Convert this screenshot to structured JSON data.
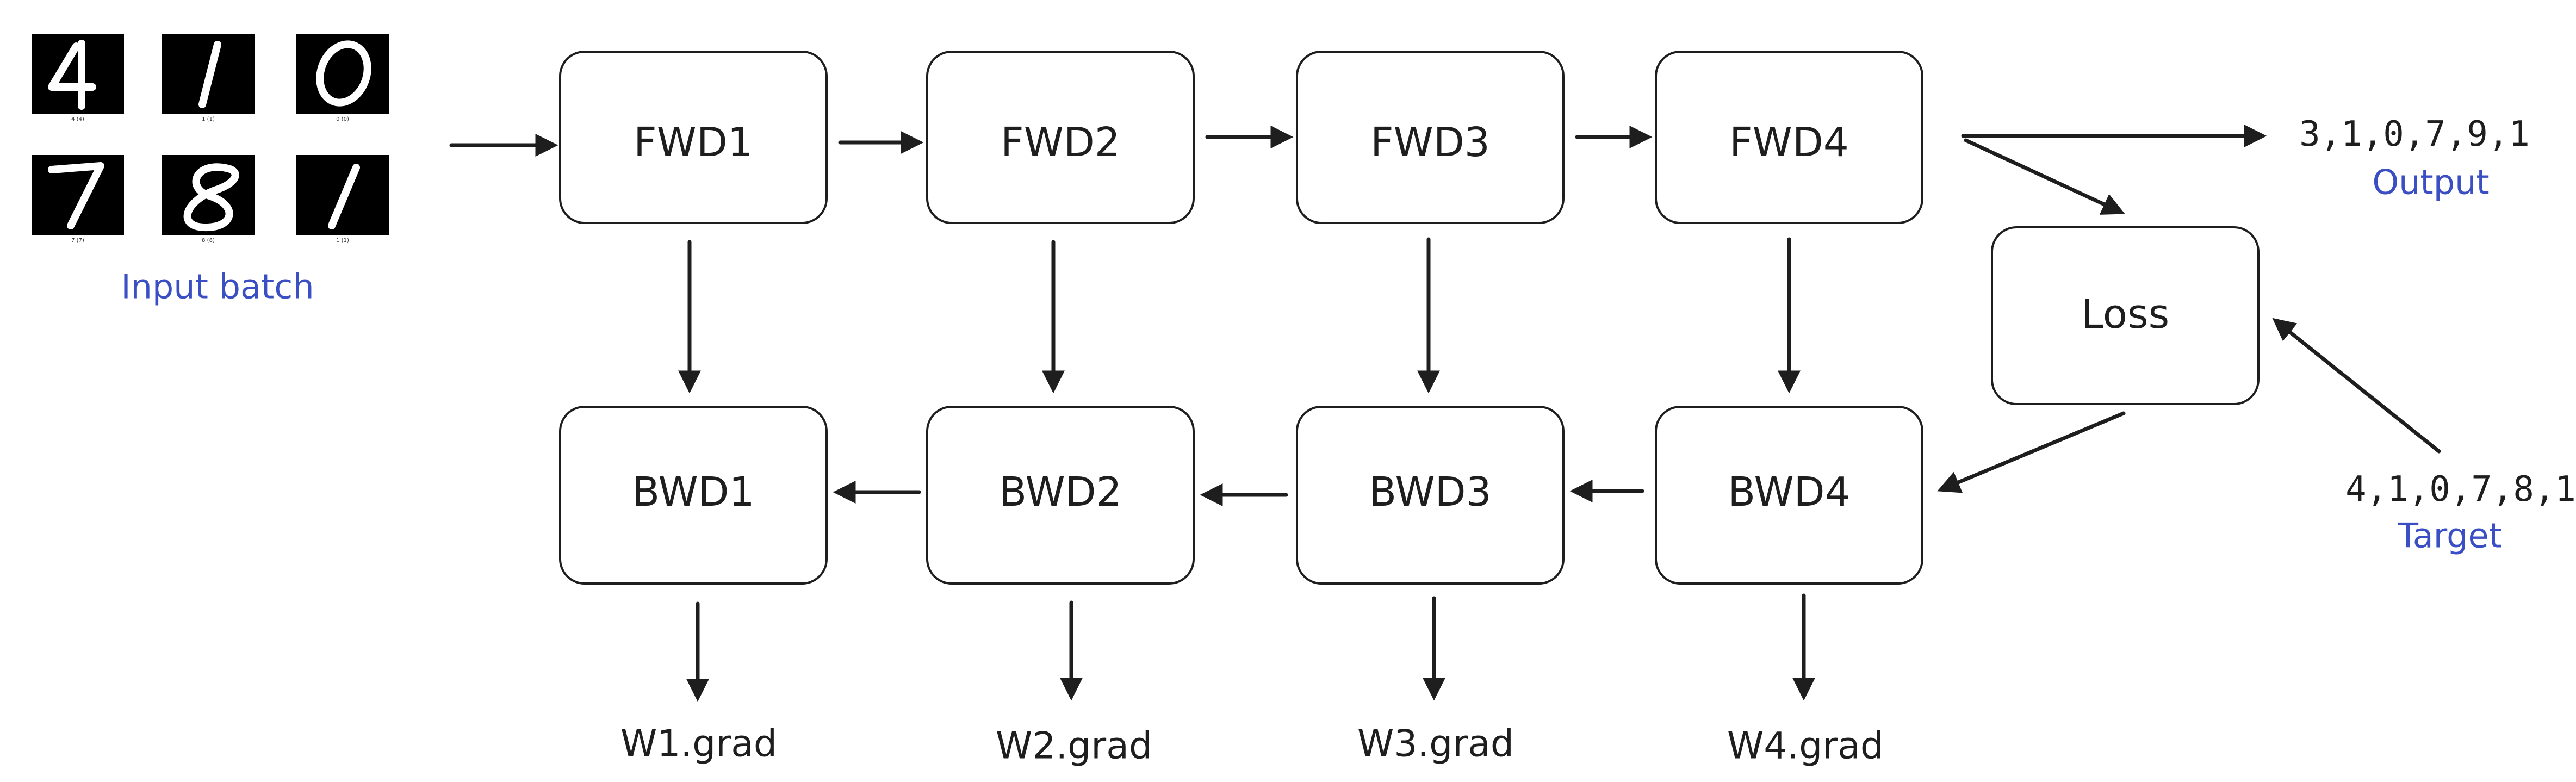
{
  "colors": {
    "ink": "#1e1e1e",
    "caption_blue": "#3b4fc4",
    "thumb_bg": "#000000",
    "thumb_fg": "#ffffff"
  },
  "input_batch": {
    "caption": "Input batch",
    "thumbnails": [
      {
        "digit": "4",
        "sublabel": "4 (4)"
      },
      {
        "digit": "1",
        "sublabel": "1 (1)"
      },
      {
        "digit": "0",
        "sublabel": "0 (0)"
      },
      {
        "digit": "7",
        "sublabel": "7 (7)"
      },
      {
        "digit": "8",
        "sublabel": "8 (8)"
      },
      {
        "digit": "1",
        "sublabel": "1 (1)"
      }
    ]
  },
  "forward": [
    "FWD1",
    "FWD2",
    "FWD3",
    "FWD4"
  ],
  "backward": [
    "BWD1",
    "BWD2",
    "BWD3",
    "BWD4"
  ],
  "grads": [
    "W1.grad",
    "W2.grad",
    "W3.grad",
    "W4.grad"
  ],
  "loss": "Loss",
  "output": {
    "values": "3,1,0,7,9,1",
    "caption": "Output"
  },
  "target": {
    "values": "4,1,0,7,8,1",
    "caption": "Target"
  }
}
